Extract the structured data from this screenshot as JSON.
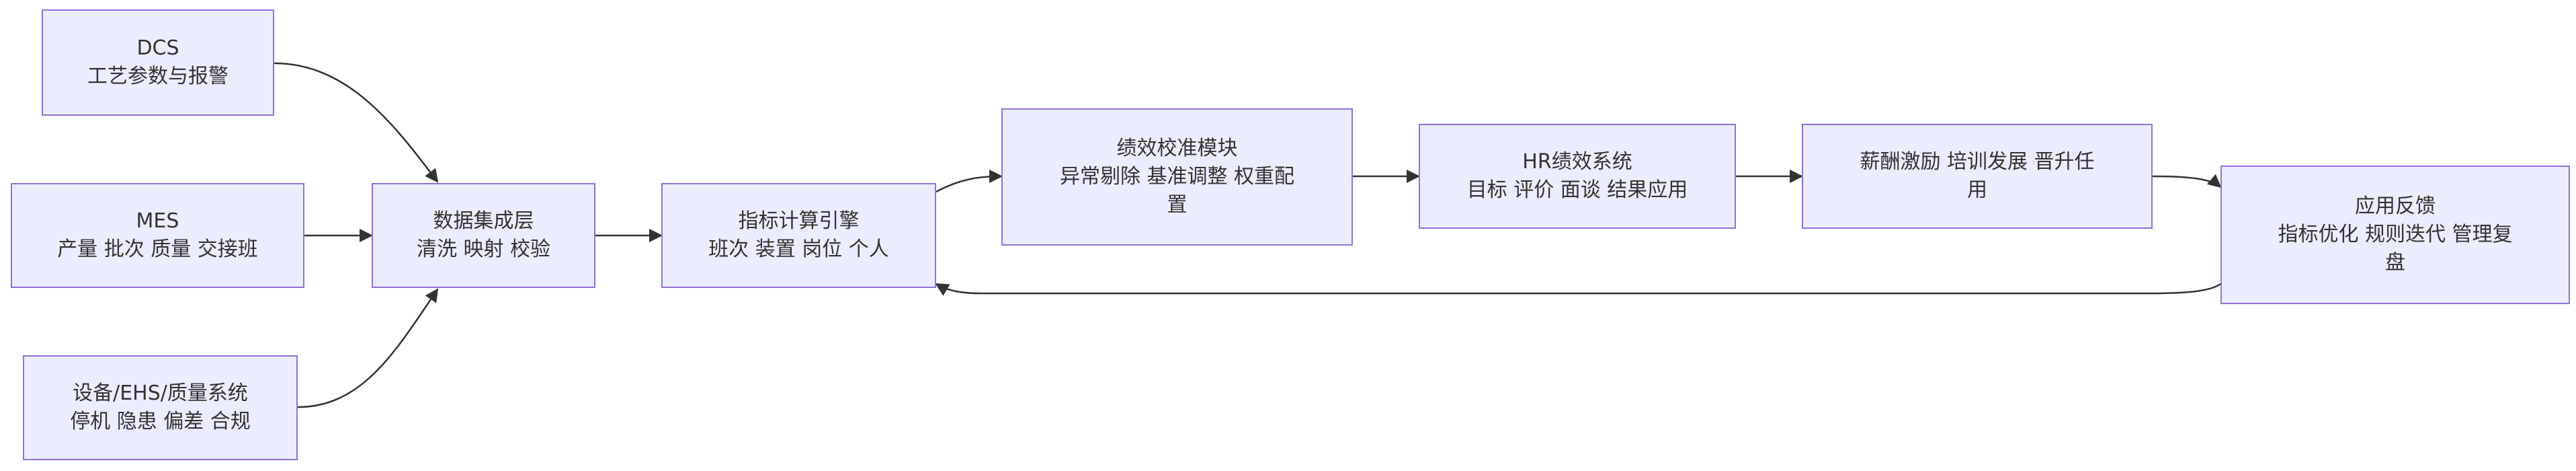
{
  "colors": {
    "node_fill": "#ECECFF",
    "node_border": "#9370DB",
    "text": "#333333",
    "edge": "#333333"
  },
  "nodes": {
    "dcs": {
      "line1": "DCS",
      "line2": "工艺参数与报警"
    },
    "mes": {
      "line1": "MES",
      "line2": "产量 批次 质量 交接班"
    },
    "ehs": {
      "line1": "设备/EHS/质量系统",
      "line2": "停机 隐患 偏差 合规"
    },
    "integration": {
      "line1": "数据集成层",
      "line2": "清洗 映射 校验"
    },
    "engine": {
      "line1": "指标计算引擎",
      "line2": "班次 装置 岗位 个人"
    },
    "calibration": {
      "line1": "绩效校准模块",
      "line2": "异常剔除 基准调整 权重配",
      "line3": "置"
    },
    "hr": {
      "line1": "HR绩效系统",
      "line2": "目标 评价 面谈 结果应用"
    },
    "apply": {
      "line1": "薪酬激励 培训发展 晋升任",
      "line2": "用"
    },
    "feedback": {
      "line1": "应用反馈",
      "line2": "指标优化 规则迭代 管理复",
      "line3": "盘"
    }
  }
}
